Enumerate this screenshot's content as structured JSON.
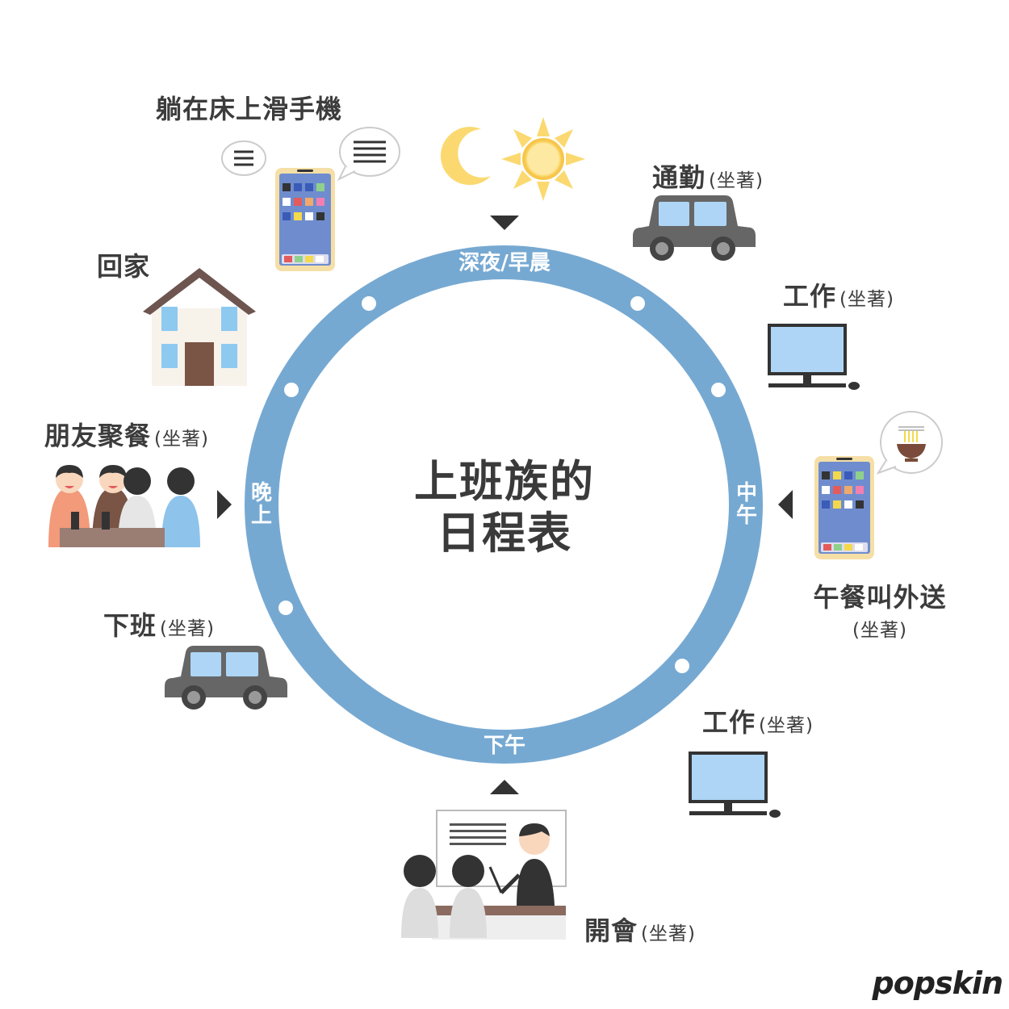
{
  "center": {
    "line1": "上班族的",
    "line2": "日程表"
  },
  "ring_labels": {
    "top": "深夜/早晨",
    "right_1": "中",
    "right_2": "午",
    "bottom": "下午",
    "left_1": "晚",
    "left_2": "上"
  },
  "activities": {
    "phone_in_bed": {
      "title": "躺在床上滑手機"
    },
    "commute": {
      "title": "通勤",
      "note": "(坐著)"
    },
    "work_morning": {
      "title": "工作",
      "note": "(坐著)"
    },
    "lunch_delivery": {
      "title": "午餐叫外送",
      "note": "(坐著)"
    },
    "work_afternoon": {
      "title": "工作",
      "note": "(坐著)"
    },
    "meeting": {
      "title": "開會",
      "note": "(坐著)"
    },
    "off_work": {
      "title": "下班",
      "note": "(坐著)"
    },
    "friends_dinner": {
      "title": "朋友聚餐",
      "note": "(坐著)"
    },
    "go_home": {
      "title": "回家"
    }
  },
  "colors": {
    "ring": "#76a9d2",
    "car_body": "#666666",
    "window": "#aed5f5",
    "monitor": "#aed5f5",
    "sun": "#fbd970",
    "moon": "#fbd970",
    "phone_screen": "#6f8dce",
    "phone_frame": "#f5dfa7"
  },
  "icons": [
    "moon-icon",
    "sun-icon",
    "car-icon",
    "monitor-icon",
    "phone-icon",
    "house-icon",
    "people-icon",
    "presentation-icon",
    "bowl-icon",
    "chat-bubble-icon",
    "arrow-icon"
  ],
  "logo": "popskin"
}
